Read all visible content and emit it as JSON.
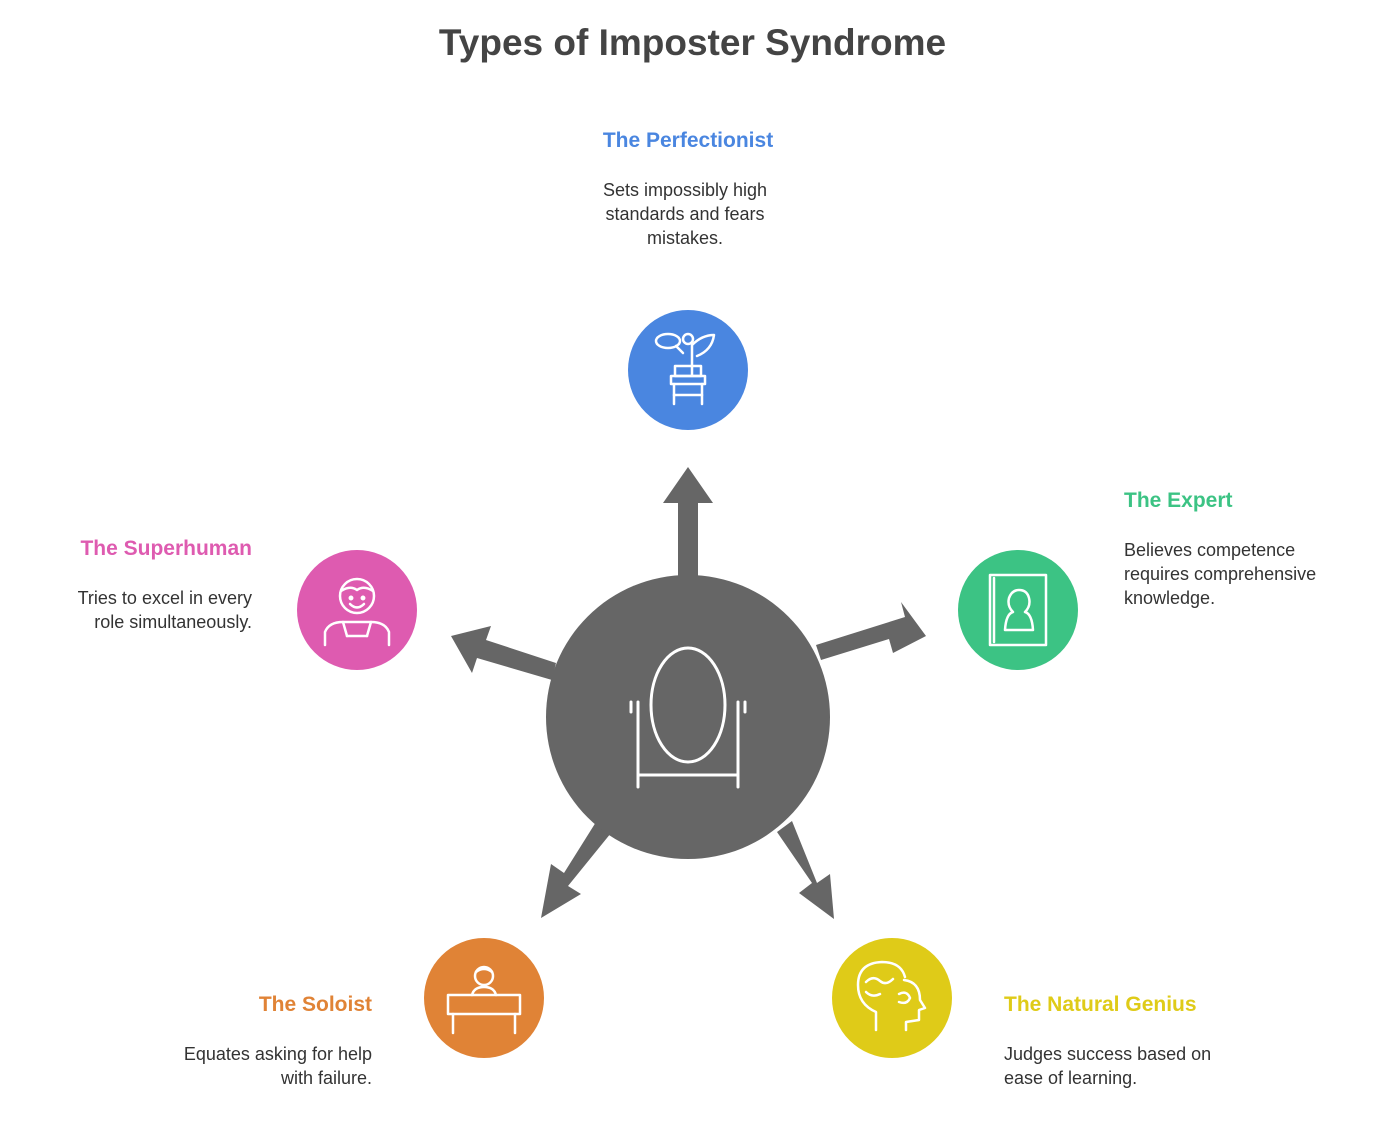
{
  "title": "Types of Imposter Syndrome",
  "center": {
    "icon": "mirror-icon",
    "color": "#666666"
  },
  "types": [
    {
      "key": "perfectionist",
      "title": "The Perfectionist",
      "description": "Sets impossibly high standards and fears mistakes.",
      "color": "#4a86e0",
      "icon": "plant-on-stand-icon"
    },
    {
      "key": "expert",
      "title": "The Expert",
      "description": "Believes competence requires comprehensive knowledge.",
      "color": "#3cc384",
      "icon": "profile-book-icon"
    },
    {
      "key": "natural-genius",
      "title": "The Natural Genius",
      "description": "Judges success based on ease of learning.",
      "color": "#dfcb18",
      "icon": "head-puzzle-icon"
    },
    {
      "key": "soloist",
      "title": "The Soloist",
      "description": "Equates asking for help with failure.",
      "color": "#e08336",
      "icon": "person-at-desk-icon"
    },
    {
      "key": "superhuman",
      "title": "The Superhuman",
      "description": "Tries to excel in every role simultaneously.",
      "color": "#de5bb0",
      "icon": "smiling-person-icon"
    }
  ]
}
